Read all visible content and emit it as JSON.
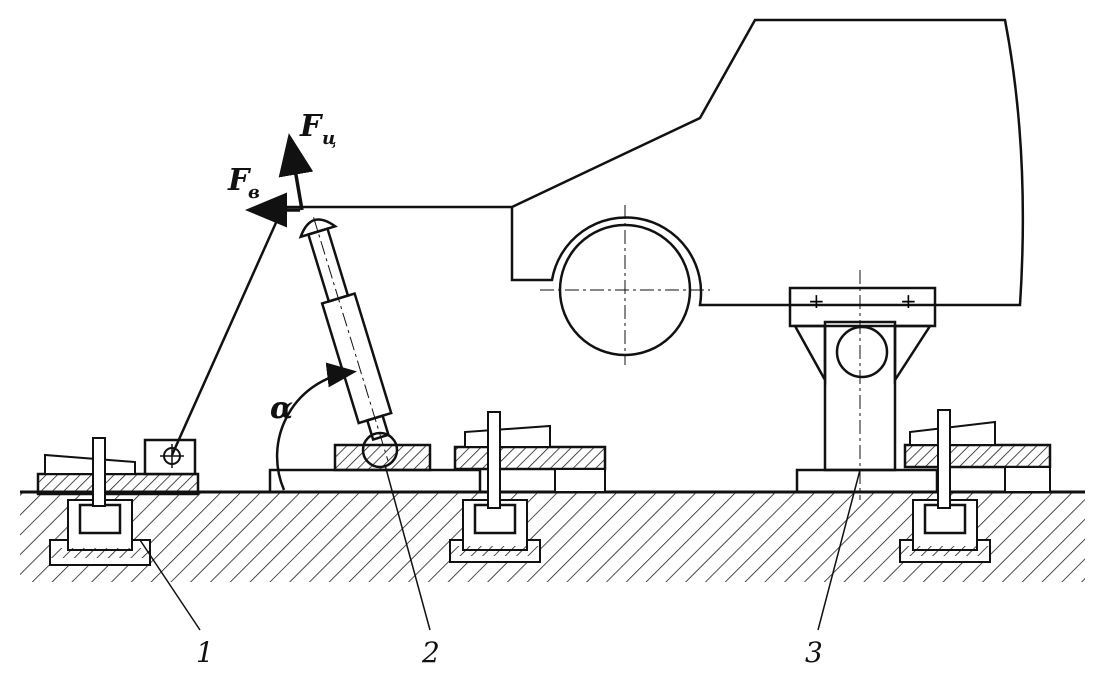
{
  "labels": {
    "force_centrifugal": "F",
    "force_centrifugal_sub": "ц",
    "force_horizontal": "F",
    "force_horizontal_sub": "в",
    "angle": "α",
    "part_1": "1",
    "part_2": "2",
    "part_3": "3"
  }
}
